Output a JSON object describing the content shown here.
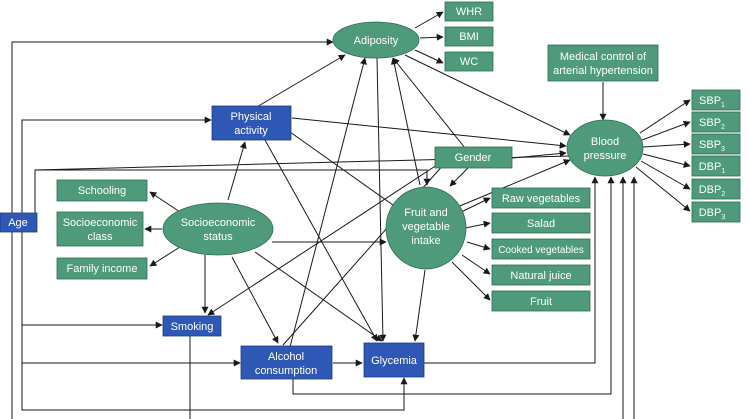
{
  "nodes": {
    "adiposity": "Adiposity",
    "whr": "WHR",
    "bmi": "BMI",
    "wc": "WC",
    "medical_control_line1": "Medical control of",
    "medical_control_line2": "arterial hypertension",
    "blood_pressure_line1": "Blood",
    "blood_pressure_line2": "pressure",
    "physical_activity_line1": "Physical",
    "physical_activity_line2": "activity",
    "gender": "Gender",
    "schooling": "Schooling",
    "socioeconomic_class_line1": "Socioeconomic",
    "socioeconomic_class_line2": "class",
    "family_income": "Family income",
    "ses_line1": "Socioeconomic",
    "ses_line2": "status",
    "age": "Age",
    "fruit_veg_line1": "Fruit and",
    "fruit_veg_line2": "vegetable",
    "fruit_veg_line3": "intake",
    "raw_vegetables": "Raw vegetables",
    "salad": "Salad",
    "cooked_vegetables": "Cooked vegetables",
    "natural_juice": "Natural juice",
    "fruit": "Fruit",
    "smoking": "Smoking",
    "alcohol_line1": "Alcohol",
    "alcohol_line2": "consumption",
    "glycemia": "Glycemia",
    "sbp": "SBP",
    "dbp": "DBP",
    "sub1": "1",
    "sub2": "2",
    "sub3": "3"
  },
  "colors": {
    "observed_box": "#4e9a7a",
    "latent_ellipse": "#4e9a7a",
    "exposure_box": "#2f57b5"
  }
}
